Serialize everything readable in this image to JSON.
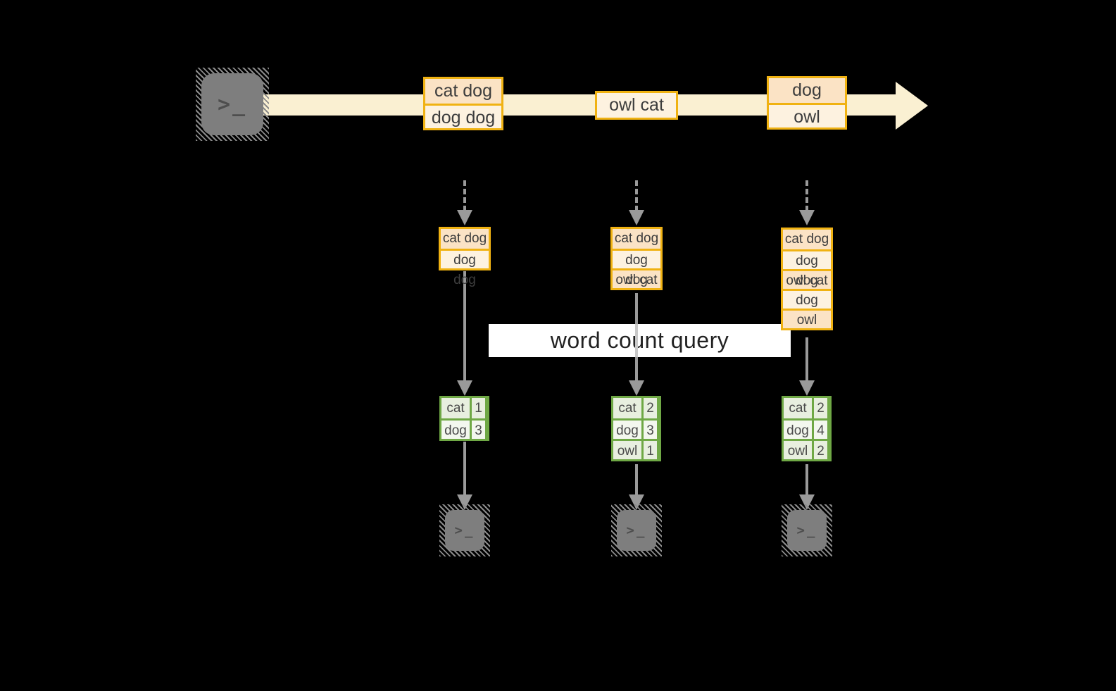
{
  "title_label": {
    "text": "word count query"
  },
  "colors": {
    "background": "#000000",
    "stream_band": "#FAF0D2",
    "box_border_orange": "#F0B212",
    "box_fill_dark": "#FBE3C5",
    "box_fill_light": "#FDF2E0",
    "table_border_green": "#6FA845",
    "table_fill_dark": "#E8EFDF",
    "table_fill_light": "#F3F7EE",
    "arrow_gray": "#9A9A9A",
    "label_bg": "#FFFFFF"
  },
  "icons": {
    "terminal_prompt": ">_"
  },
  "stream": {
    "batches": [
      {
        "rows": [
          "cat dog",
          "dog dog"
        ]
      },
      {
        "rows": [
          "owl cat"
        ]
      },
      {
        "rows": [
          "dog",
          "owl"
        ]
      }
    ]
  },
  "windows": [
    {
      "rows": [
        "cat dog",
        "dog dog"
      ]
    },
    {
      "rows": [
        "cat dog",
        "dog dog",
        "owl cat"
      ]
    },
    {
      "rows": [
        "cat dog",
        "dog dog",
        "owl cat",
        "dog",
        "owl"
      ]
    }
  ],
  "counts": [
    {
      "rows": [
        {
          "word": "cat",
          "count": "1"
        },
        {
          "word": "dog",
          "count": "3"
        }
      ]
    },
    {
      "rows": [
        {
          "word": "cat",
          "count": "2"
        },
        {
          "word": "dog",
          "count": "3"
        },
        {
          "word": "owl",
          "count": "1"
        }
      ]
    },
    {
      "rows": [
        {
          "word": "cat",
          "count": "2"
        },
        {
          "word": "dog",
          "count": "4"
        },
        {
          "word": "owl",
          "count": "2"
        }
      ]
    }
  ]
}
